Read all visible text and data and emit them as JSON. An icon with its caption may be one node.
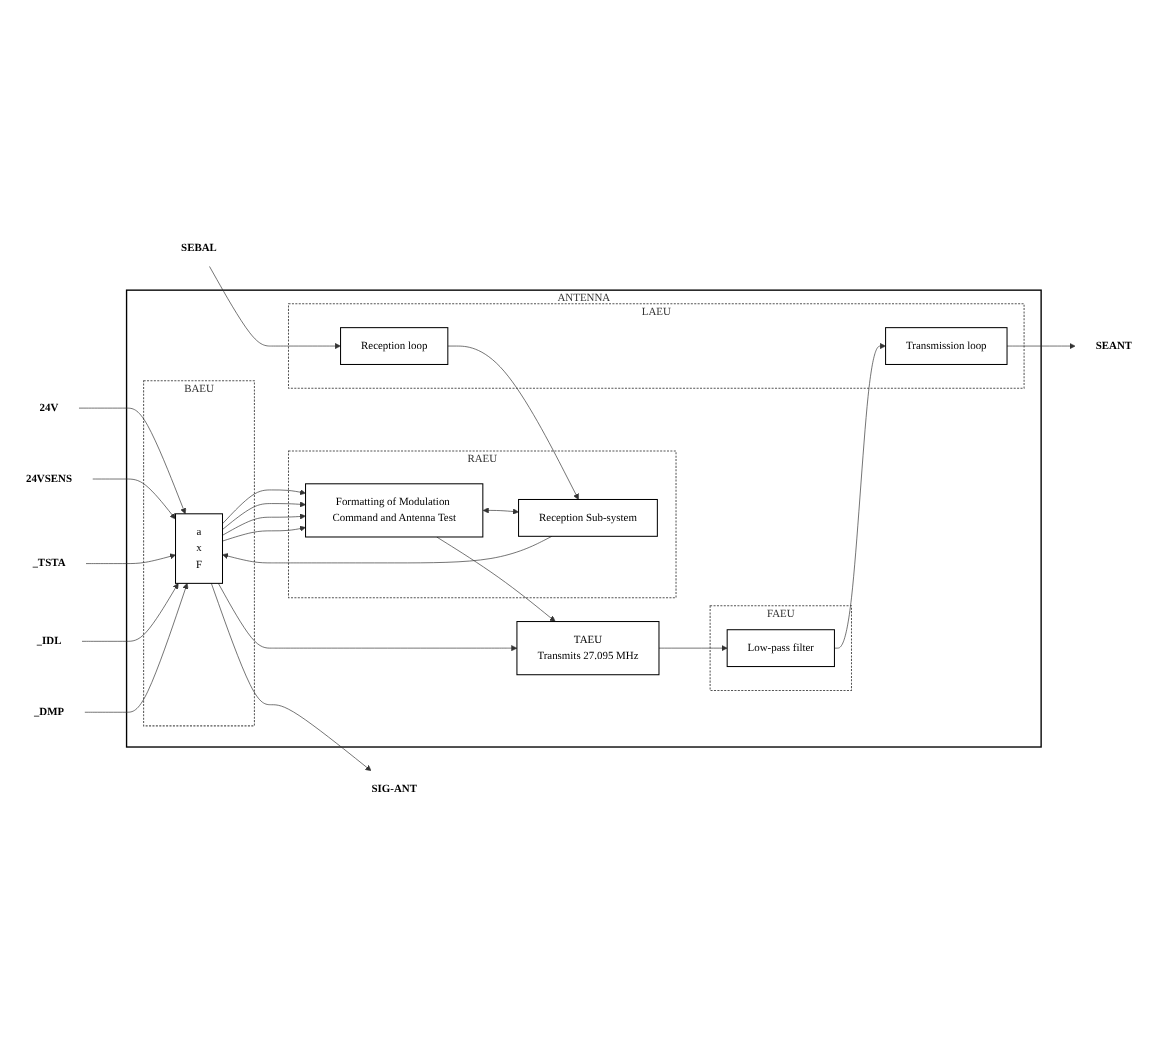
{
  "diagram": {
    "nodes": [
      {
        "text": [
          "ANTENNA"
        ]
      },
      {
        "text": [
          "BAEU"
        ],
        "in": 0
      },
      {
        "text": [
          "a",
          "x",
          "F"
        ],
        "in": 1
      },
      {
        "text": [
          "TAEU",
          "Transmits 27.095 MHz"
        ],
        "in": 0
      },
      {
        "text": [
          "FAEU"
        ],
        "in": 0
      },
      {
        "text": [
          "Low-pass filter"
        ],
        "in": 4
      },
      {
        "text": [
          "RAEU"
        ],
        "in": 0
      },
      {
        "text": [
          "Formatting of Modulation Command and Antenna Test"
        ],
        "in": 6
      },
      {
        "text": [
          "Reception Sub-system"
        ],
        "in": 6
      },
      {
        "text": [
          "LAEU"
        ],
        "in": 0
      },
      {
        "text": [
          "Transmission loop"
        ],
        "in": 9
      },
      {
        "text": [
          "Reception loop"
        ],
        "in": 9
      },
      {
        "text": [
          "24V"
        ]
      },
      {
        "text": [
          "24VSENS"
        ]
      },
      {
        "text": [
          "_TSTA"
        ]
      },
      {
        "text": [
          "_IDL"
        ]
      },
      {
        "text": [
          "_DMP"
        ]
      },
      {
        "text": [
          "SIG-ANT"
        ]
      },
      {
        "text": [
          "SEANT"
        ]
      },
      {
        "text": [
          "SEBAL"
        ]
      }
    ],
    "edges": [
      {
        "from": 12,
        "to": 2,
        "arrow": "to"
      },
      {
        "from": 13,
        "to": 2,
        "arrow": "to"
      },
      {
        "from": 2,
        "to": 3,
        "arrow": "to"
      },
      {
        "from": 2,
        "to": 7,
        "arrow": "to"
      },
      {
        "from": 7,
        "to": 3,
        "arrow": "to"
      },
      {
        "from": 3,
        "to": 5,
        "arrow": "to"
      },
      {
        "from": 5,
        "to": 10,
        "arrow": "to"
      },
      {
        "from": 14,
        "to": 2,
        "arrow": "to"
      },
      {
        "from": 15,
        "to": 2,
        "arrow": "to"
      },
      {
        "from": 16,
        "to": 2,
        "arrow": "to"
      },
      {
        "from": 2,
        "to": 7,
        "arrow": "to"
      },
      {
        "from": 2,
        "to": 7,
        "arrow": "to"
      },
      {
        "from": 2,
        "to": 7,
        "arrow": "to"
      },
      {
        "from": 7,
        "to": 8,
        "arrow": "both"
      },
      {
        "from": 11,
        "to": 8,
        "arrow": "to"
      },
      {
        "from": 8,
        "to": 2,
        "arrow": "to"
      },
      {
        "from": 2,
        "to": 17,
        "arrow": "to"
      },
      {
        "from": 10,
        "to": 18,
        "arrow": "to"
      },
      {
        "from": 19,
        "to": 11,
        "arrow": "to"
      }
    ]
  }
}
